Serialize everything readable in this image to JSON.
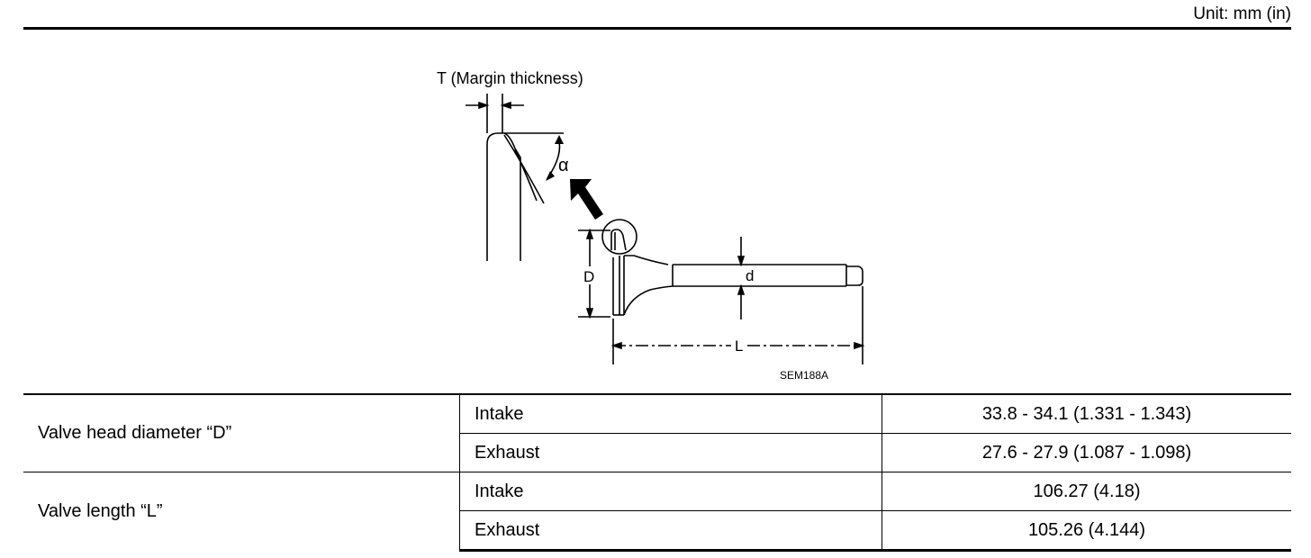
{
  "header": {
    "unit": "Unit: mm (in)"
  },
  "diagram": {
    "margin_label": "T (Margin thickness)",
    "angle_label": "α",
    "head_label": "D",
    "stem_label": "d",
    "length_label": "L",
    "figure_code": "SEM188A"
  },
  "table": {
    "rows": [
      {
        "item": "Valve head diameter “D”",
        "type": "Intake",
        "value": "33.8 - 34.1 (1.331 - 1.343)"
      },
      {
        "type": "Exhaust",
        "value": "27.6 - 27.9 (1.087 - 1.098)"
      },
      {
        "item": "Valve length “L”",
        "type": "Intake",
        "value": "106.27 (4.18)"
      },
      {
        "type": "Exhaust",
        "value": "105.26 (4.144)"
      }
    ]
  }
}
